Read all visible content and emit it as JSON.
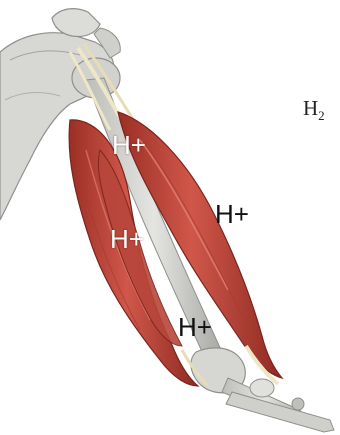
{
  "labels": {
    "ion_1": "H+",
    "ion_2": "H+",
    "ion_3": "H+",
    "ion_4": "H+"
  },
  "formula": {
    "element": "H",
    "subscript": "2",
    "trailing": "",
    "note": ""
  },
  "colors": {
    "muscle": "#c0473a",
    "muscle_dark": "#8e2a22",
    "bone": "#d9d9d6",
    "bone_shadow": "#a9a9a6",
    "tendon": "#efe6c8"
  }
}
